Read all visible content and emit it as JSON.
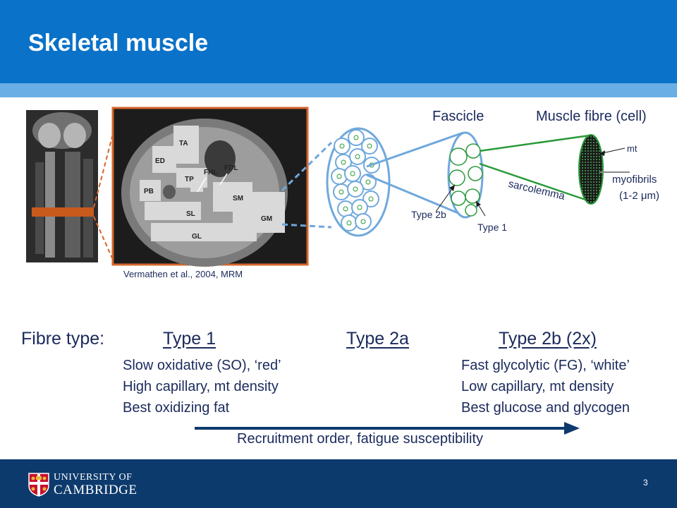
{
  "title": "Skeletal muscle",
  "diagram": {
    "mri_labels": [
      "TA",
      "ED",
      "FHL",
      "FDL",
      "TP",
      "PB",
      "SM",
      "SL",
      "GM",
      "GL"
    ],
    "fascicle": "Fascicle",
    "muscle_fibre": "Muscle fibre (cell)",
    "mt": "mt",
    "myofibrils": "myofibrils",
    "myofibrils_size": "(1-2 μm)",
    "sarcolemma": "sarcolemma",
    "type2b": "Type 2b",
    "type1": "Type 1"
  },
  "citation": "Vermathen et al., 2004, MRM",
  "fibre_types": {
    "label": "Fibre type:",
    "type1": {
      "name": "Type 1",
      "lines": [
        "Slow oxidative (SO), ‘red’",
        "High capillary, mt density",
        "Best oxidizing fat"
      ]
    },
    "type2a": {
      "name": "Type 2a"
    },
    "type2b": {
      "name": "Type 2b (2x)",
      "lines": [
        "Fast glycolytic (FG), ‘white’",
        "Low capillary, mt density",
        "Best glucose and glycogen"
      ]
    }
  },
  "recruitment": "Recruitment order, fatigue susceptibility",
  "footer": {
    "university_line1": "UNIVERSITY OF",
    "university_line2": "CAMBRIDGE",
    "page_number": "3"
  },
  "colors": {
    "header": "#0a72c8",
    "stripe": "#6aaee6",
    "footer": "#0d3a6c",
    "text": "#1b2a5c",
    "orange": "#d4662a",
    "light_blue": "#6fa8dc",
    "green": "#2a9a3a"
  }
}
